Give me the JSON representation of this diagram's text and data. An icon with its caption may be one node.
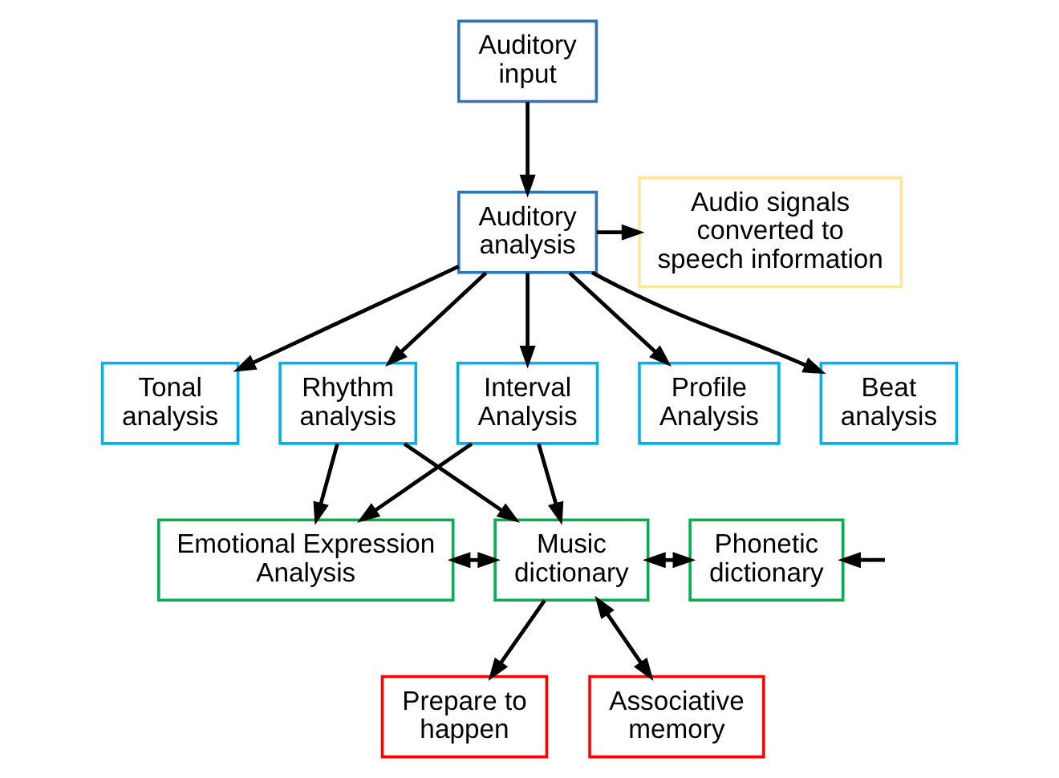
{
  "diagram": {
    "nodes": [
      {
        "text": [
          "Auditory input"
        ]
      },
      {
        "text": [
          "Audio signals converted to speech information"
        ]
      },
      {
        "text": [
          "Auditory analysis"
        ]
      },
      {
        "text": [
          "Tonal analysis"
        ]
      },
      {
        "text": [
          "Interval Analysis"
        ]
      },
      {
        "text": [
          "Profile Analysis"
        ]
      },
      {
        "text": [
          "Rhythm analysis"
        ]
      },
      {
        "text": [
          "Beat analysis"
        ]
      },
      {
        "text": [
          "Emotional Expression Analysis"
        ]
      },
      {
        "text": [
          "Music dictionary"
        ]
      },
      {
        "text": [
          "Phonetic dictionary"
        ]
      },
      {
        "text": [
          "Prepare to happen"
        ]
      },
      {
        "text": [
          "Associative memory"
        ]
      }
    ],
    "edges": [
      {
        "from": 0,
        "to": 2,
        "arrow": "to"
      },
      {
        "from": 2,
        "to": 1,
        "arrow": "to"
      },
      {
        "from": 2,
        "to": 3,
        "arrow": "to"
      },
      {
        "from": 2,
        "to": 4,
        "arrow": "to"
      },
      {
        "from": 2,
        "to": 5,
        "arrow": "to"
      },
      {
        "from": 2,
        "to": 6,
        "arrow": "to"
      },
      {
        "from": 2,
        "to": 7,
        "arrow": "to"
      },
      {
        "from": 4,
        "to": 8,
        "arrow": "to"
      },
      {
        "from": 4,
        "to": 9,
        "arrow": "to"
      },
      {
        "from": 6,
        "to": 8,
        "arrow": "to"
      },
      {
        "from": 6,
        "to": 9,
        "arrow": "to"
      },
      {
        "from": 8,
        "to": 9,
        "arrow": "both"
      },
      {
        "from": 9,
        "to": 10,
        "arrow": "both"
      },
      {
        "from": null,
        "to": 10,
        "arrow": "to"
      },
      {
        "from": 9,
        "to": 11,
        "arrow": "to"
      },
      {
        "from": 9,
        "to": 12,
        "arrow": "both"
      }
    ]
  }
}
